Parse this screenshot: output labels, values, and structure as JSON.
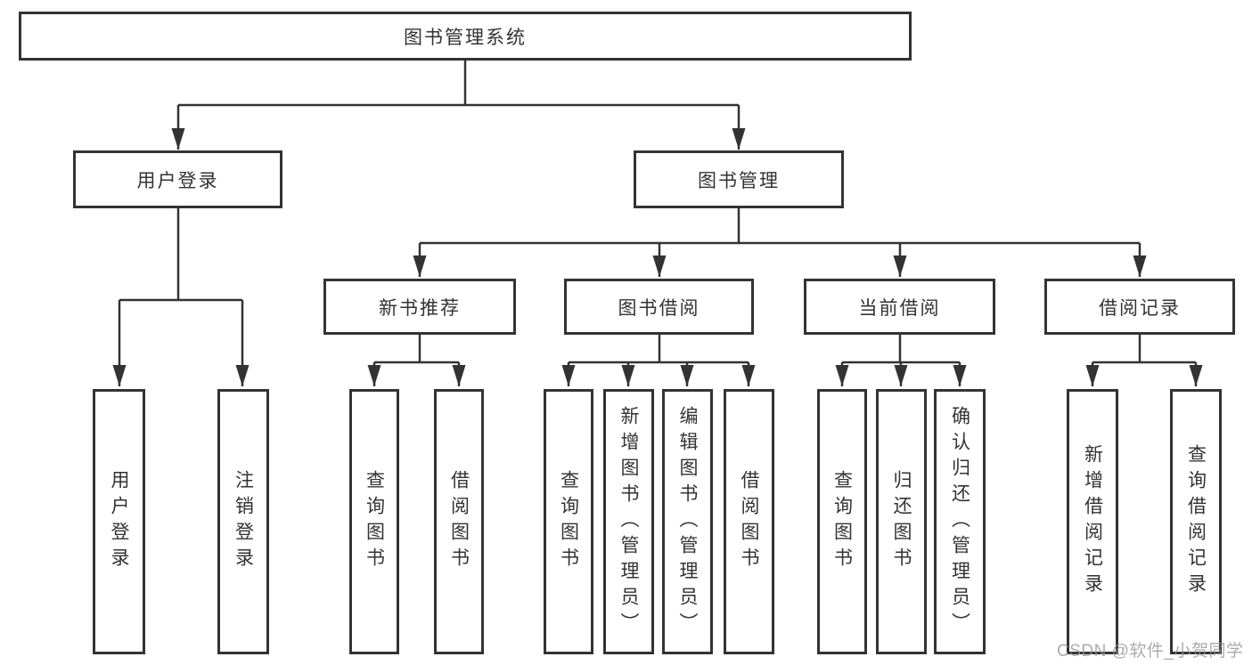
{
  "tree": {
    "root": "图书管理系统",
    "level2": {
      "user_login": "用户登录",
      "book_management": "图书管理"
    },
    "level3": {
      "new_book_recommend": "新书推荐",
      "book_borrow": "图书借阅",
      "current_borrow": "当前借阅",
      "borrow_records": "借阅记录"
    },
    "leaves": {
      "user_login": [
        "用户登录",
        "注销登录"
      ],
      "new_book_recommend": [
        "查询图书",
        "借阅图书"
      ],
      "book_borrow": [
        "查询图书",
        "新增图书（管理员）",
        "编辑图书（管理员）",
        "借阅图书"
      ],
      "current_borrow": [
        "查询图书",
        "归还图书",
        "确认归还（管理员）"
      ],
      "borrow_records": [
        "新增借阅记录",
        "查询借阅记录"
      ]
    }
  },
  "watermark": "CSDN @软件_小贺同学",
  "colors": {
    "line": "#333333",
    "text": "#333333",
    "box_background": "#ffffff",
    "page_background": "#ffffff",
    "watermark": "#999999"
  }
}
